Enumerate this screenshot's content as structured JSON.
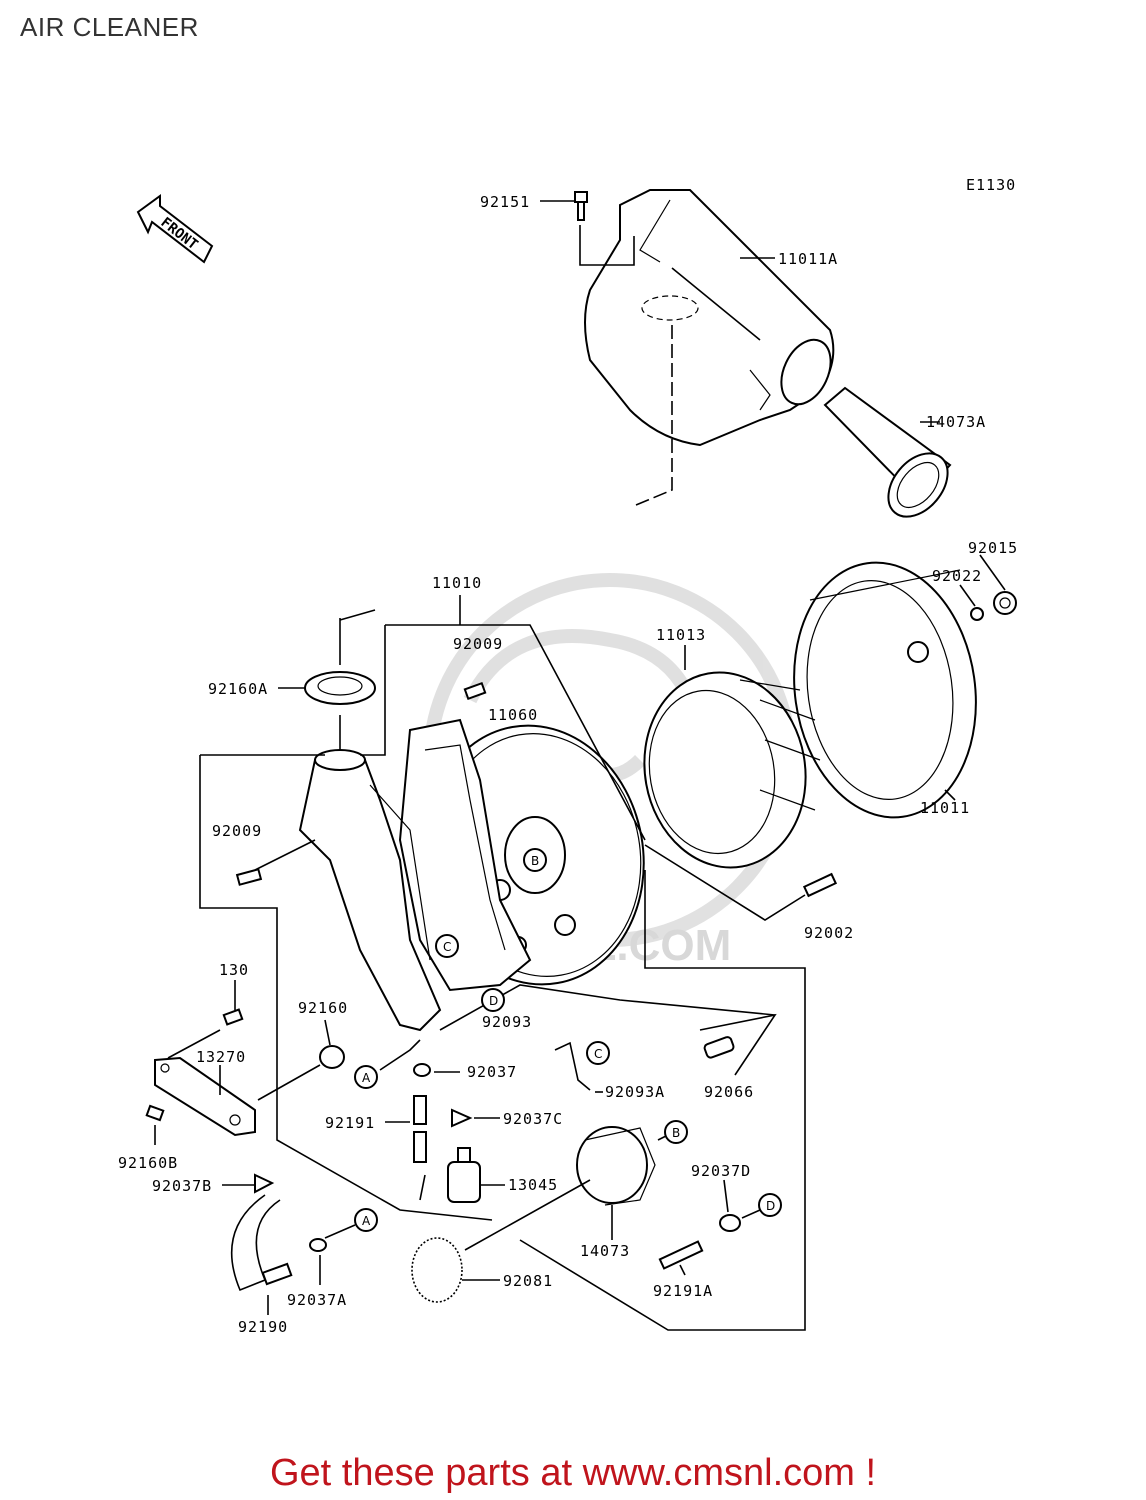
{
  "title": "AIR CLEANER",
  "diagram_code": "E1130",
  "front_arrow_label": "FRONT",
  "footer_text": "Get these parts at www.cmsnl.com !",
  "watermark_text": "CMSNL.COM",
  "colors": {
    "footer": "#c0141c",
    "line": "#000000",
    "watermark": "#d4d4d4"
  },
  "callouts": {
    "p92151": "92151",
    "p11011A": "11011A",
    "p14073A": "14073A",
    "p92015": "92015",
    "p92022": "92022",
    "p11010": "11010",
    "p92009a": "92009",
    "p11013": "11013",
    "p92160A": "92160A",
    "p11060": "11060",
    "p92009b": "92009",
    "p11011": "11011",
    "p92002": "92002",
    "p130": "130",
    "p92160": "92160",
    "p92093": "92093",
    "p13270": "13270",
    "p92037": "92037",
    "p92093A": "92093A",
    "p92066": "92066",
    "p92191": "92191",
    "p92037C": "92037C",
    "p92160B": "92160B",
    "p13045": "13045",
    "p92037D": "92037D",
    "p92037B": "92037B",
    "p14073": "14073",
    "p92081": "92081",
    "p92191A": "92191A",
    "p92037A": "92037A",
    "p92190": "92190"
  },
  "tags": {
    "a": "A",
    "b": "B",
    "c": "C",
    "d": "D"
  }
}
